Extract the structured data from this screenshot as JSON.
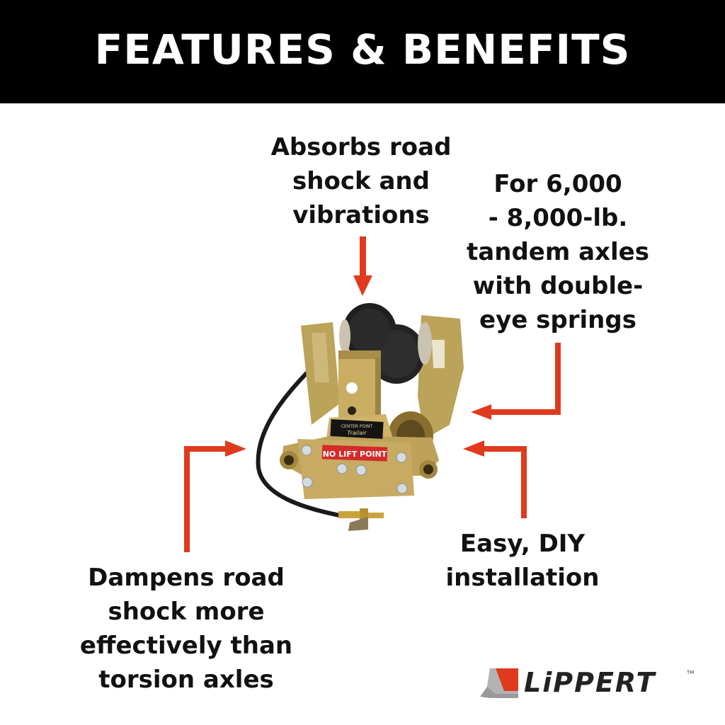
{
  "banner": {
    "title": "FEATURES & BENEFITS",
    "background": "#000000",
    "text_color": "#ffffff"
  },
  "callouts": {
    "absorbs": {
      "lines": [
        "Absorbs road",
        "shock and",
        "vibrations"
      ]
    },
    "axles": {
      "lines": [
        "For 6,000",
        "- 8,000-lb.",
        "tandem axles",
        "with double-",
        "eye springs"
      ]
    },
    "easy": {
      "lines": [
        "Easy, DIY",
        "installation"
      ]
    },
    "dampens": {
      "lines": [
        "Dampens road",
        "shock more",
        "effectively than",
        "torsion axles"
      ]
    }
  },
  "arrow_color": "#e03a1e",
  "product": {
    "name_plate_line1": "CENTER POINT",
    "name_plate_line2": "Trailair",
    "warning_label": "NO LIFT POINT"
  },
  "brand": {
    "logo_text": "LiPPERT",
    "trademark": "TM",
    "accent": "#e03a1e",
    "gray": "#a0a0a0"
  }
}
